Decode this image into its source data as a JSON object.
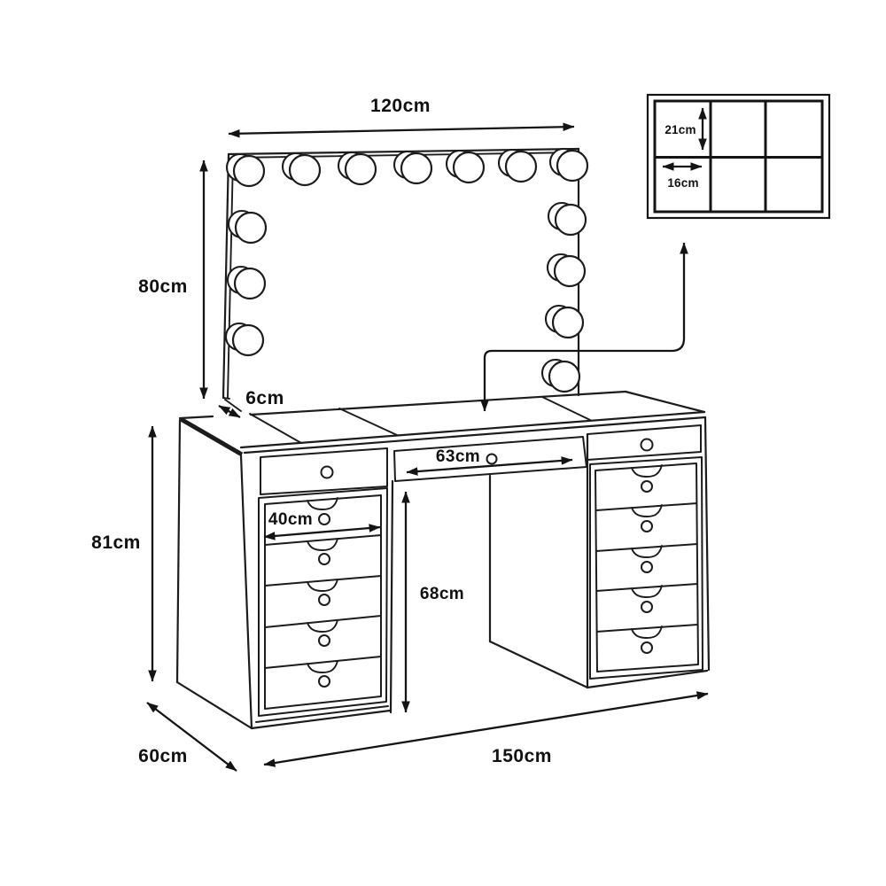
{
  "page": {
    "background": "#ffffff"
  },
  "diagram": {
    "type": "furniture-dimension-diagram",
    "subject": "hollywood vanity table with lighted mirror and drawer pedestals",
    "line_color": "#1c1c1c",
    "text_color": "#111111",
    "mirror": {
      "bulb_count": 14
    },
    "organizer_grid": {
      "columns": 3,
      "rows": 2
    },
    "labels": {
      "mirror_width": "120cm",
      "mirror_height": "80cm",
      "mirror_frame_depth": "6cm",
      "table_height": "81cm",
      "table_depth": "60cm",
      "table_width": "150cm",
      "middle_drawer_width": "63cm",
      "knee_space_height": "68cm",
      "side_drawer_width": "40cm",
      "organizer_cell_depth": "21cm",
      "organizer_cell_width": "16cm"
    }
  }
}
